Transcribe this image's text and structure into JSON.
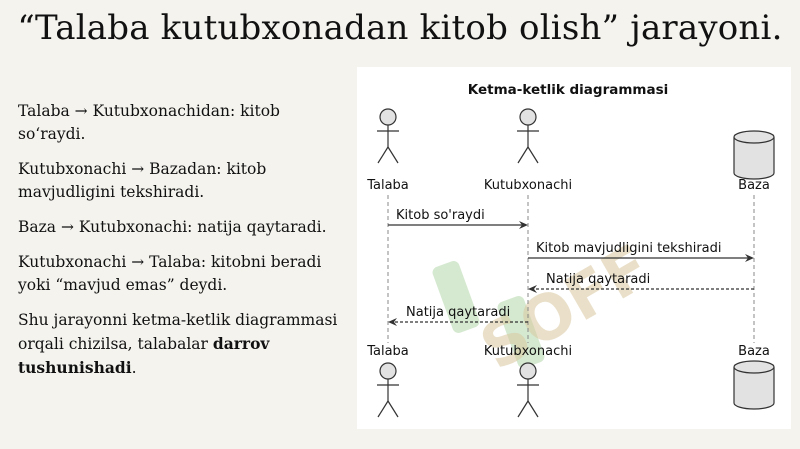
{
  "slide": {
    "title": "“Talaba kutubxonadan kitob olish” jarayoni."
  },
  "bullets": [
    "Talaba → Kutubxonachidan: kitob soʻraydi.",
    "Kutubxonachi → Bazadan: kitob mavjudligini tekshiradi.",
    "Baza → Kutubxonachi: natija qaytaradi.",
    "Kutubxonachi → Talaba: kitobni beradi yoki “mavjud emas” deydi."
  ],
  "summary": {
    "lead": "Shu jarayonni ketma-ketlik diagrammasi orqali chizilsa, talabalar ",
    "bold": "darrov tushunishadi",
    "end": "."
  },
  "diagram": {
    "title": "Ketma-ketlik diagrammasi",
    "participants": [
      "Talaba",
      "Kutubxonachi",
      "Baza"
    ],
    "messages": [
      {
        "from": 0,
        "to": 1,
        "label": "Kitob so'raydi",
        "style": "solid"
      },
      {
        "from": 1,
        "to": 2,
        "label": "Kitob mavjudligini tekshiradi",
        "style": "solid"
      },
      {
        "from": 2,
        "to": 1,
        "label": "Natija qaytaradi",
        "style": "dashed"
      },
      {
        "from": 1,
        "to": 0,
        "label": "Natija qaytaradi",
        "style": "dashed"
      }
    ],
    "watermark": "SOFF",
    "colors": {
      "line": "#333333",
      "actor_fill": "#e2e2e2",
      "watermark": "#d9c8a0"
    }
  }
}
